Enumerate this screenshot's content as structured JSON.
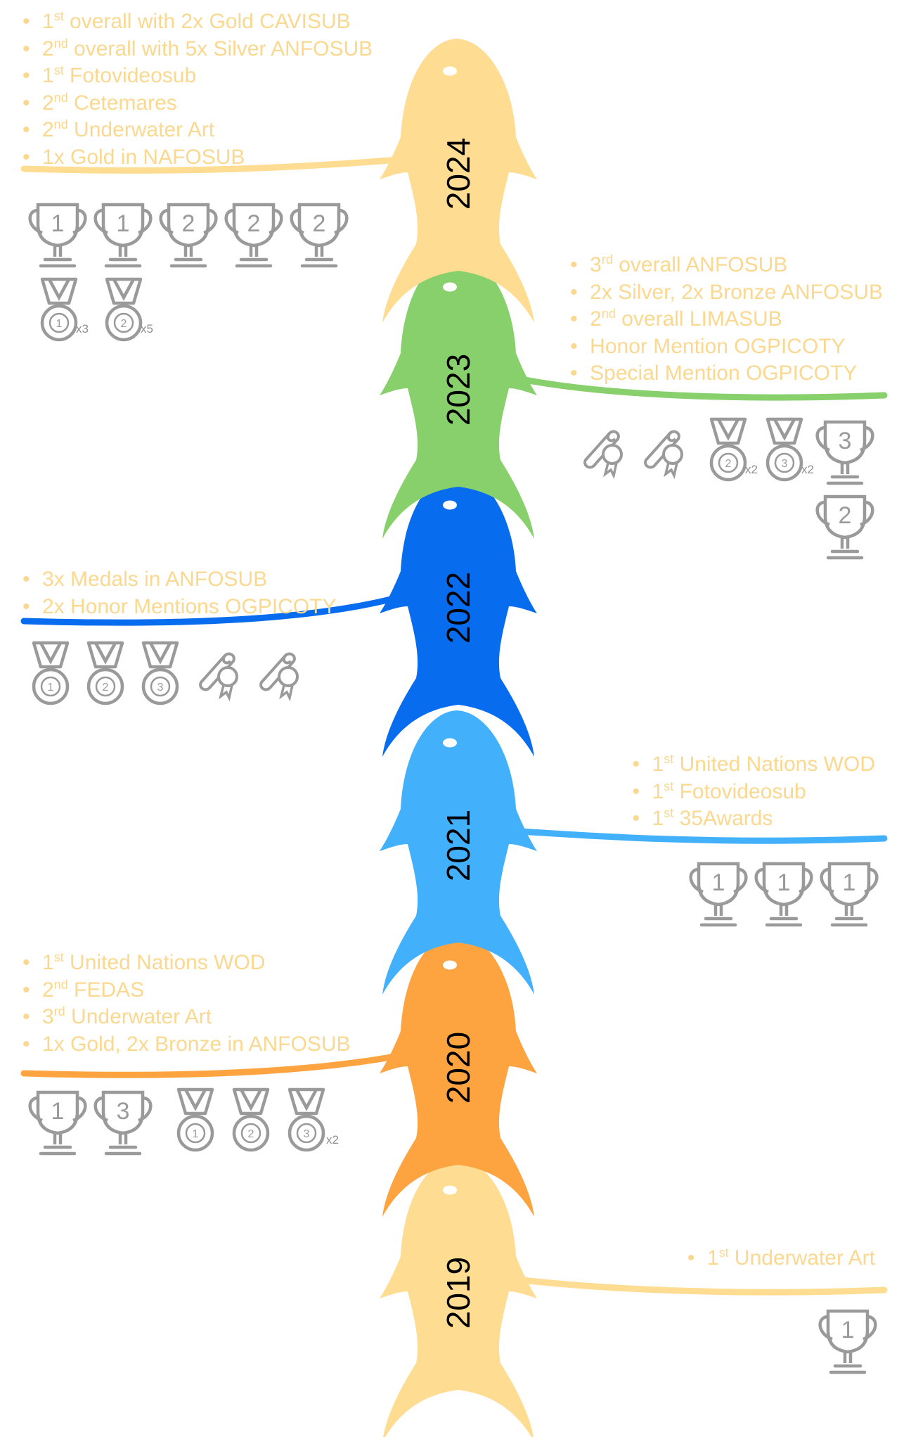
{
  "colors": {
    "fish_2024": "#fedc91",
    "fish_2023": "#88d06c",
    "fish_2022": "#086cee",
    "fish_2021": "#42b0fb",
    "fish_2020": "#fda440",
    "fish_2019": "#fedc91",
    "text": "#fbd88f",
    "icon": "#9a9a9a"
  },
  "timeline": [
    {
      "year": "2024",
      "color": "#fedc91",
      "side": "left",
      "achievements": [
        {
          "num": "1",
          "sup": "st",
          "rest": " overall with 2x Gold CAVISUB"
        },
        {
          "num": "2",
          "sup": "nd",
          "rest": " overall with 5x Silver ANFOSUB"
        },
        {
          "num": "1",
          "sup": "st",
          "rest": " Fotovideosub"
        },
        {
          "num": "2",
          "sup": "nd",
          "rest": " Cetemares"
        },
        {
          "num": "2",
          "sup": "nd",
          "rest": " Underwater Art"
        },
        {
          "num": "",
          "sup": "",
          "rest": "1x Gold in NAFOSUB"
        }
      ],
      "trophies": [
        "1",
        "1",
        "2",
        "2",
        "2"
      ],
      "medals": [
        {
          "n": "1",
          "count": "x3"
        },
        {
          "n": "2",
          "count": "x5"
        }
      ],
      "certificates": 0
    },
    {
      "year": "2023",
      "color": "#88d06c",
      "side": "right",
      "achievements": [
        {
          "num": "3",
          "sup": "rd",
          "rest": " overall ANFOSUB"
        },
        {
          "num": "",
          "sup": "",
          "rest": "2x Silver, 2x Bronze ANFOSUB"
        },
        {
          "num": "2",
          "sup": "nd",
          "rest": " overall LIMASUB"
        },
        {
          "num": "",
          "sup": "",
          "rest": "Honor Mention OGPICOTY"
        },
        {
          "num": "",
          "sup": "",
          "rest": "Special Mention OGPICOTY"
        }
      ],
      "trophies": [
        "3",
        "2"
      ],
      "medals": [
        {
          "n": "2",
          "count": "x2"
        },
        {
          "n": "3",
          "count": "x2"
        }
      ],
      "certificates": 2
    },
    {
      "year": "2022",
      "color": "#086cee",
      "side": "left",
      "achievements": [
        {
          "num": "",
          "sup": "",
          "rest": "3x Medals in ANFOSUB"
        },
        {
          "num": "",
          "sup": "",
          "rest": "2x Honor Mentions OGPICOTY"
        }
      ],
      "trophies": [],
      "medals": [
        {
          "n": "1",
          "count": ""
        },
        {
          "n": "2",
          "count": ""
        },
        {
          "n": "3",
          "count": ""
        }
      ],
      "certificates": 2
    },
    {
      "year": "2021",
      "color": "#42b0fb",
      "side": "right",
      "achievements": [
        {
          "num": "1",
          "sup": "st",
          "rest": " United Nations WOD"
        },
        {
          "num": "1",
          "sup": "st",
          "rest": " Fotovideosub"
        },
        {
          "num": "1",
          "sup": "st",
          "rest": " 35Awards"
        }
      ],
      "trophies": [
        "1",
        "1",
        "1"
      ],
      "medals": [],
      "certificates": 0
    },
    {
      "year": "2020",
      "color": "#fda440",
      "side": "left",
      "achievements": [
        {
          "num": "1",
          "sup": "st",
          "rest": " United Nations WOD"
        },
        {
          "num": "2",
          "sup": "nd",
          "rest": " FEDAS"
        },
        {
          "num": "3",
          "sup": "rd",
          "rest": " Underwater Art"
        },
        {
          "num": "",
          "sup": "",
          "rest": "1x Gold, 2x Bronze in ANFOSUB"
        }
      ],
      "trophies": [
        "1",
        "3"
      ],
      "medals": [
        {
          "n": "1",
          "count": ""
        },
        {
          "n": "2",
          "count": ""
        },
        {
          "n": "3",
          "count": "x2"
        }
      ],
      "certificates": 0
    },
    {
      "year": "2019",
      "color": "#fedc91",
      "side": "right",
      "achievements": [
        {
          "num": "1",
          "sup": "st",
          "rest": " Underwater Art"
        }
      ],
      "trophies": [
        "1"
      ],
      "medals": [],
      "certificates": 0
    }
  ]
}
